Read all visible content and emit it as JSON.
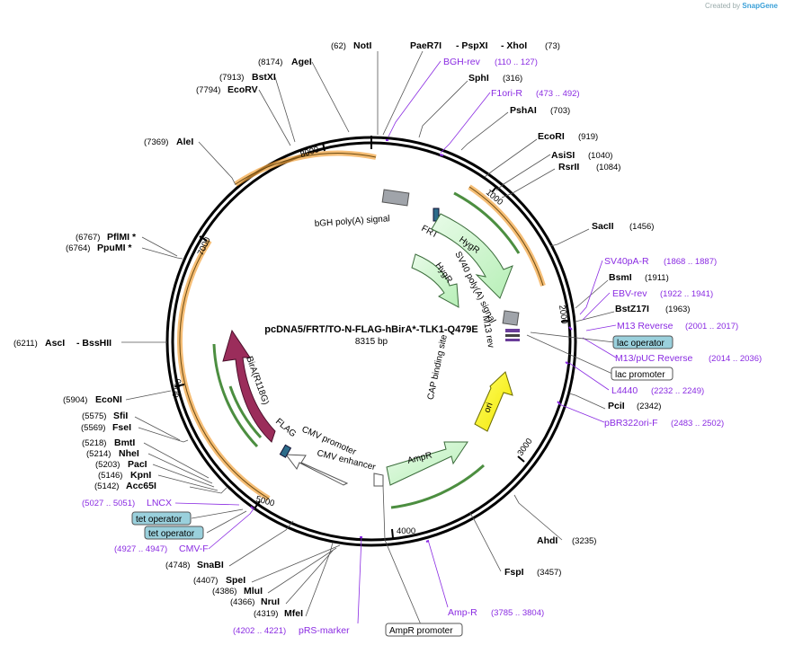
{
  "credit": {
    "prefix": "Created by",
    "brand": "SnapGene"
  },
  "plasmid": {
    "name": "pcDNA5/FRT/TO-N-FLAG-hBirA*-TLK1-Q479E",
    "length": "8315 bp"
  },
  "ticks": [
    "1000",
    "2000",
    "3000",
    "4000",
    "5000",
    "6000",
    "7000",
    "8000"
  ],
  "enzymes": [
    {
      "pos": "(62)",
      "name": "NotI"
    },
    {
      "name": "PaeR7I",
      "extra1": "- PspXI",
      "extra2": "- XhoI",
      "pos": "(73)"
    },
    {
      "name": "SphI",
      "pos": "(316)"
    },
    {
      "name": "PshAI",
      "pos": "(703)"
    },
    {
      "name": "EcoRI",
      "pos": "(919)"
    },
    {
      "name": "AsiSI",
      "pos": "(1040)"
    },
    {
      "name": "RsrII",
      "pos": "(1084)"
    },
    {
      "name": "SacII",
      "pos": "(1456)"
    },
    {
      "name": "BsmI",
      "pos": "(1911)"
    },
    {
      "name": "BstZ17I",
      "pos": "(1963)"
    },
    {
      "name": "PciI",
      "pos": "(2342)"
    },
    {
      "name": "AhdI",
      "pos": "(3235)"
    },
    {
      "name": "FspI",
      "pos": "(3457)"
    },
    {
      "pos": "(4319)",
      "name": "MfeI"
    },
    {
      "pos": "(4366)",
      "name": "NruI"
    },
    {
      "pos": "(4386)",
      "name": "MluI"
    },
    {
      "pos": "(4407)",
      "name": "SpeI"
    },
    {
      "pos": "(4748)",
      "name": "SnaBI"
    },
    {
      "pos": "(5142)",
      "name": "Acc65I"
    },
    {
      "pos": "(5146)",
      "name": "KpnI"
    },
    {
      "pos": "(5203)",
      "name": "PacI"
    },
    {
      "pos": "(5214)",
      "name": "NheI"
    },
    {
      "pos": "(5218)",
      "name": "BmtI"
    },
    {
      "pos": "(5569)",
      "name": "FseI"
    },
    {
      "pos": "(5575)",
      "name": "SfiI"
    },
    {
      "pos": "(5904)",
      "name": "EcoNI"
    },
    {
      "pos": "(6211)",
      "name": "AscI",
      "extra1": "- BssHII"
    },
    {
      "pos": "(6764)",
      "name": "PpuMI *"
    },
    {
      "pos": "(6767)",
      "name": "PflMI *"
    },
    {
      "pos": "(7369)",
      "name": "AleI"
    },
    {
      "pos": "(7794)",
      "name": "EcoRV"
    },
    {
      "pos": "(7913)",
      "name": "BstXI"
    },
    {
      "pos": "(8174)",
      "name": "AgeI"
    }
  ],
  "primers": [
    {
      "name": "BGH-rev",
      "pos": "(110 .. 127)"
    },
    {
      "name": "F1ori-R",
      "pos": "(473 .. 492)"
    },
    {
      "name": "SV40pA-R",
      "pos": "(1868 .. 1887)"
    },
    {
      "name": "EBV-rev",
      "pos": "(1922 .. 1941)"
    },
    {
      "name": "M13 Reverse",
      "pos": "(2001 .. 2017)"
    },
    {
      "name": "M13/pUC Reverse",
      "pos": "(2014 .. 2036)"
    },
    {
      "name": "L4440",
      "pos": "(2232 .. 2249)"
    },
    {
      "name": "pBR322ori-F",
      "pos": "(2483 .. 2502)"
    },
    {
      "name": "Amp-R",
      "pos": "(3785 .. 3804)"
    },
    {
      "name": "pRS-marker",
      "pos": "(4202 .. 4221)"
    },
    {
      "name": "CMV-F",
      "pos": "(4927 .. 4947)"
    },
    {
      "name": "LNCX",
      "pos": "(5027 .. 5051)"
    }
  ],
  "boxes": {
    "lac_operator": "lac operator",
    "lac_promoter": "lac promoter",
    "ampr_promoter": "AmpR promoter",
    "tet_operator_1": "tet operator",
    "tet_operator_2": "tet operator"
  },
  "features": {
    "bgh": "bGH poly(A) signal",
    "frt": "FRT",
    "hygr1": "HygR",
    "hygr2": "HygR",
    "sv40": "SV40 poly(A) signal",
    "m13rev": "M13 rev",
    "cap": "CAP binding site",
    "ori": "ori",
    "ampr": "AmpR",
    "cmvenh": "CMV enhancer",
    "cmvprom": "CMV promoter",
    "flag": "FLAG",
    "bira": "BirA(R118G)"
  },
  "colors": {
    "hygr": "#c8f5c8",
    "ampr": "#c8f5c8",
    "ori": "#ffff00",
    "bira": "#9b2d5b",
    "polyA": "#a0a4aa",
    "frt": "#2d6c8a",
    "orf": "#f2a23c",
    "primer": "#8a2be2",
    "operator_box": "#9ad0dc"
  }
}
